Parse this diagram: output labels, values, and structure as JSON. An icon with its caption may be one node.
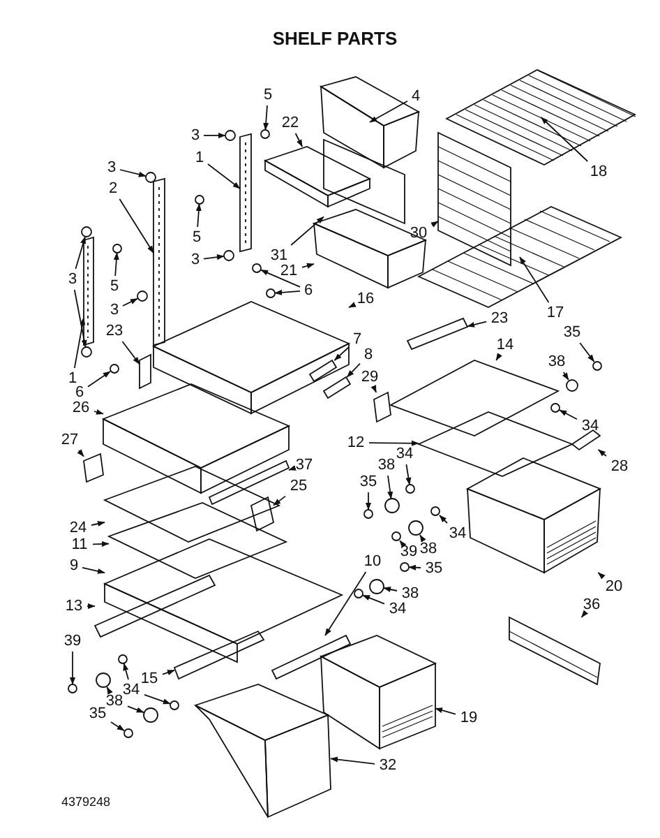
{
  "diagram": {
    "title": "SHELF PARTS",
    "nodes": [
      {
        "text": [
          "5"
        ]
      },
      {
        "text": [
          "3"
        ]
      },
      {
        "text": [
          "22"
        ]
      },
      {
        "text": [
          "4"
        ]
      },
      {
        "text": [
          "1"
        ]
      },
      {
        "text": [
          "3"
        ]
      },
      {
        "text": [
          "2"
        ]
      },
      {
        "text": [
          "5"
        ]
      },
      {
        "text": [
          "3"
        ]
      },
      {
        "text": [
          "31"
        ]
      },
      {
        "text": [
          "30"
        ]
      },
      {
        "text": [
          "18"
        ]
      },
      {
        "text": [
          "21"
        ]
      },
      {
        "text": [
          "3"
        ]
      },
      {
        "text": [
          "5"
        ]
      },
      {
        "text": [
          "3"
        ]
      },
      {
        "text": [
          "6"
        ]
      },
      {
        "text": [
          "16"
        ]
      },
      {
        "text": [
          "17"
        ]
      },
      {
        "text": [
          "23"
        ]
      },
      {
        "text": [
          "23"
        ]
      },
      {
        "text": [
          "35"
        ]
      },
      {
        "text": [
          "1"
        ]
      },
      {
        "text": [
          "6"
        ]
      },
      {
        "text": [
          "26"
        ]
      },
      {
        "text": [
          "7"
        ]
      },
      {
        "text": [
          "8"
        ]
      },
      {
        "text": [
          "14"
        ]
      },
      {
        "text": [
          "38"
        ]
      },
      {
        "text": [
          "29"
        ]
      },
      {
        "text": [
          "34"
        ]
      },
      {
        "text": [
          "12"
        ]
      },
      {
        "text": [
          "27"
        ]
      },
      {
        "text": [
          "37"
        ]
      },
      {
        "text": [
          "25"
        ]
      },
      {
        "text": [
          "35"
        ]
      },
      {
        "text": [
          "38"
        ]
      },
      {
        "text": [
          "34"
        ]
      },
      {
        "text": [
          "28"
        ]
      },
      {
        "text": [
          "24"
        ]
      },
      {
        "text": [
          "11"
        ]
      },
      {
        "text": [
          "34"
        ]
      },
      {
        "text": [
          "39"
        ]
      },
      {
        "text": [
          "38"
        ]
      },
      {
        "text": [
          "9"
        ]
      },
      {
        "text": [
          "10"
        ]
      },
      {
        "text": [
          "35"
        ]
      },
      {
        "text": [
          "20"
        ]
      },
      {
        "text": [
          "38"
        ]
      },
      {
        "text": [
          "34"
        ]
      },
      {
        "text": [
          "13"
        ]
      },
      {
        "text": [
          "36"
        ]
      },
      {
        "text": [
          "39"
        ]
      },
      {
        "text": [
          "15"
        ]
      },
      {
        "text": [
          "34"
        ]
      },
      {
        "text": [
          "38"
        ]
      },
      {
        "text": [
          "35"
        ]
      },
      {
        "text": [
          "19"
        ]
      },
      {
        "text": [
          "32"
        ]
      },
      {
        "text": [],
        "shape": "box"
      },
      {
        "text": [],
        "shape": "diamond"
      },
      {
        "text": [],
        "shape": "circle"
      },
      {
        "text": [],
        "shape": "circle"
      },
      {
        "text": [],
        "shape": "box"
      },
      {
        "text": [],
        "shape": "box"
      },
      {
        "text": [],
        "shape": "box"
      },
      {
        "text": [],
        "shape": "box"
      },
      {
        "text": [],
        "shape": "circle"
      },
      {
        "text": [],
        "shape": "box"
      },
      {
        "text": [],
        "shape": "circle"
      },
      {
        "text": [],
        "shape": "circle"
      },
      {
        "text": [],
        "shape": "circle"
      },
      {
        "text": [],
        "shape": "circle"
      },
      {
        "text": [],
        "shape": "circle"
      },
      {
        "text": [],
        "shape": "box"
      },
      {
        "text": [],
        "shape": "circle"
      },
      {
        "text": [],
        "shape": "circle"
      },
      {
        "text": [],
        "shape": "box"
      },
      {
        "text": [],
        "shape": "box"
      },
      {
        "text": [],
        "shape": "box"
      },
      {
        "text": [],
        "shape": "box"
      },
      {
        "text": [],
        "shape": "box"
      },
      {
        "text": [],
        "shape": "circle"
      },
      {
        "text": [],
        "shape": "box"
      },
      {
        "text": [],
        "shape": "box"
      },
      {
        "text": [],
        "shape": "circle"
      },
      {
        "text": [],
        "shape": "circle"
      },
      {
        "text": [],
        "shape": "circle"
      },
      {
        "text": [],
        "shape": "box"
      },
      {
        "text": [],
        "shape": "box"
      },
      {
        "text": [],
        "shape": "box"
      },
      {
        "text": [],
        "shape": "circle"
      },
      {
        "text": [],
        "shape": "diamond"
      },
      {
        "text": [],
        "shape": "box"
      },
      {
        "text": [],
        "shape": "box"
      },
      {
        "text": [],
        "shape": "box"
      },
      {
        "text": [],
        "shape": "circle"
      },
      {
        "text": [],
        "shape": "circle"
      },
      {
        "text": [],
        "shape": "circle"
      },
      {
        "text": [],
        "shape": "box"
      },
      {
        "text": [],
        "shape": "diamond"
      },
      {
        "text": [],
        "shape": "diamond"
      },
      {
        "text": [],
        "shape": "circle"
      },
      {
        "text": [],
        "shape": "circle"
      },
      {
        "text": [],
        "shape": "circle"
      },
      {
        "text": [],
        "shape": "box"
      },
      {
        "text": [],
        "shape": "box"
      },
      {
        "text": [],
        "shape": "circle"
      },
      {
        "text": [],
        "shape": "box"
      },
      {
        "text": [],
        "shape": "circle"
      },
      {
        "text": [],
        "shape": "circle"
      },
      {
        "text": [],
        "shape": "box"
      },
      {
        "text": [],
        "shape": "box"
      },
      {
        "text": [],
        "shape": "box"
      },
      {
        "text": [],
        "shape": "circle"
      },
      {
        "text": [],
        "shape": "circle"
      },
      {
        "text": [],
        "shape": "circle"
      },
      {
        "text": [],
        "shape": "box"
      },
      {
        "text": [],
        "shape": "circle"
      },
      {
        "text": [],
        "shape": "circle"
      },
      {
        "text": [],
        "shape": "circle"
      },
      {
        "text": [],
        "shape": "box"
      }
    ],
    "edges": [
      {
        "from": 0,
        "to": 61,
        "arrow": "to"
      },
      {
        "from": 1,
        "to": 62,
        "arrow": "to"
      },
      {
        "from": 2,
        "to": 63,
        "arrow": "to"
      },
      {
        "from": 3,
        "to": 59,
        "arrow": "to"
      },
      {
        "from": 4,
        "to": 64,
        "arrow": "to"
      },
      {
        "from": 5,
        "to": 67,
        "arrow": "to"
      },
      {
        "from": 6,
        "to": 68,
        "arrow": "to"
      },
      {
        "from": 7,
        "to": 69,
        "arrow": "to"
      },
      {
        "from": 8,
        "to": 72,
        "arrow": "to"
      },
      {
        "from": 9,
        "to": 65,
        "arrow": "to"
      },
      {
        "from": 10,
        "to": 66,
        "arrow": "to"
      },
      {
        "from": 11,
        "to": 60,
        "arrow": "to"
      },
      {
        "from": 12,
        "to": 74,
        "arrow": "to"
      },
      {
        "from": 13,
        "to": 70,
        "arrow": "to"
      },
      {
        "from": 13,
        "to": 82,
        "arrow": "to"
      },
      {
        "from": 14,
        "to": 71,
        "arrow": "to"
      },
      {
        "from": 15,
        "to": 76,
        "arrow": "to"
      },
      {
        "from": 16,
        "to": 75,
        "arrow": "to"
      },
      {
        "from": 16,
        "to": 73,
        "arrow": "to"
      },
      {
        "from": 17,
        "to": 78,
        "arrow": "to"
      },
      {
        "from": 18,
        "to": 77,
        "arrow": "to"
      },
      {
        "from": 19,
        "to": 79,
        "arrow": "to"
      },
      {
        "from": 20,
        "to": 80,
        "arrow": "to"
      },
      {
        "from": 21,
        "to": 85,
        "arrow": "to"
      },
      {
        "from": 22,
        "to": 81,
        "arrow": "to"
      },
      {
        "from": 23,
        "to": 86,
        "arrow": "to"
      },
      {
        "from": 24,
        "to": 90,
        "arrow": "to"
      },
      {
        "from": 25,
        "to": 83,
        "arrow": "to"
      },
      {
        "from": 26,
        "to": 84,
        "arrow": "to"
      },
      {
        "from": 27,
        "to": 88,
        "arrow": "to"
      },
      {
        "from": 28,
        "to": 87,
        "arrow": "to"
      },
      {
        "from": 29,
        "to": 89,
        "arrow": "to"
      },
      {
        "from": 30,
        "to": 91,
        "arrow": "to"
      },
      {
        "from": 31,
        "to": 92,
        "arrow": "to"
      },
      {
        "from": 32,
        "to": 93,
        "arrow": "to"
      },
      {
        "from": 33,
        "to": 95,
        "arrow": "to"
      },
      {
        "from": 34,
        "to": 99,
        "arrow": "to"
      },
      {
        "from": 35,
        "to": 96,
        "arrow": "to"
      },
      {
        "from": 36,
        "to": 97,
        "arrow": "to"
      },
      {
        "from": 37,
        "to": 98,
        "arrow": "to"
      },
      {
        "from": 38,
        "to": 94,
        "arrow": "to"
      },
      {
        "from": 39,
        "to": 100,
        "arrow": "to"
      },
      {
        "from": 40,
        "to": 101,
        "arrow": "to"
      },
      {
        "from": 41,
        "to": 104,
        "arrow": "to"
      },
      {
        "from": 42,
        "to": 102,
        "arrow": "to"
      },
      {
        "from": 43,
        "to": 103,
        "arrow": "to"
      },
      {
        "from": 44,
        "to": 106,
        "arrow": "to"
      },
      {
        "from": 45,
        "to": 108,
        "arrow": "to"
      },
      {
        "from": 46,
        "to": 107,
        "arrow": "to"
      },
      {
        "from": 47,
        "to": 105,
        "arrow": "to"
      },
      {
        "from": 48,
        "to": 109,
        "arrow": "to"
      },
      {
        "from": 49,
        "to": 110,
        "arrow": "to"
      },
      {
        "from": 50,
        "to": 111,
        "arrow": "to"
      },
      {
        "from": 51,
        "to": 112,
        "arrow": "to"
      },
      {
        "from": 52,
        "to": 116,
        "arrow": "to"
      },
      {
        "from": 53,
        "to": 113,
        "arrow": "to"
      },
      {
        "from": 54,
        "to": 114,
        "arrow": "to"
      },
      {
        "from": 54,
        "to": 118,
        "arrow": "to"
      },
      {
        "from": 55,
        "to": 115,
        "arrow": "to"
      },
      {
        "from": 55,
        "to": 119,
        "arrow": "to"
      },
      {
        "from": 56,
        "to": 120,
        "arrow": "to"
      },
      {
        "from": 57,
        "to": 117,
        "arrow": "to"
      },
      {
        "from": 58,
        "to": 121,
        "arrow": "to"
      }
    ],
    "labels": [
      "4379248"
    ]
  }
}
